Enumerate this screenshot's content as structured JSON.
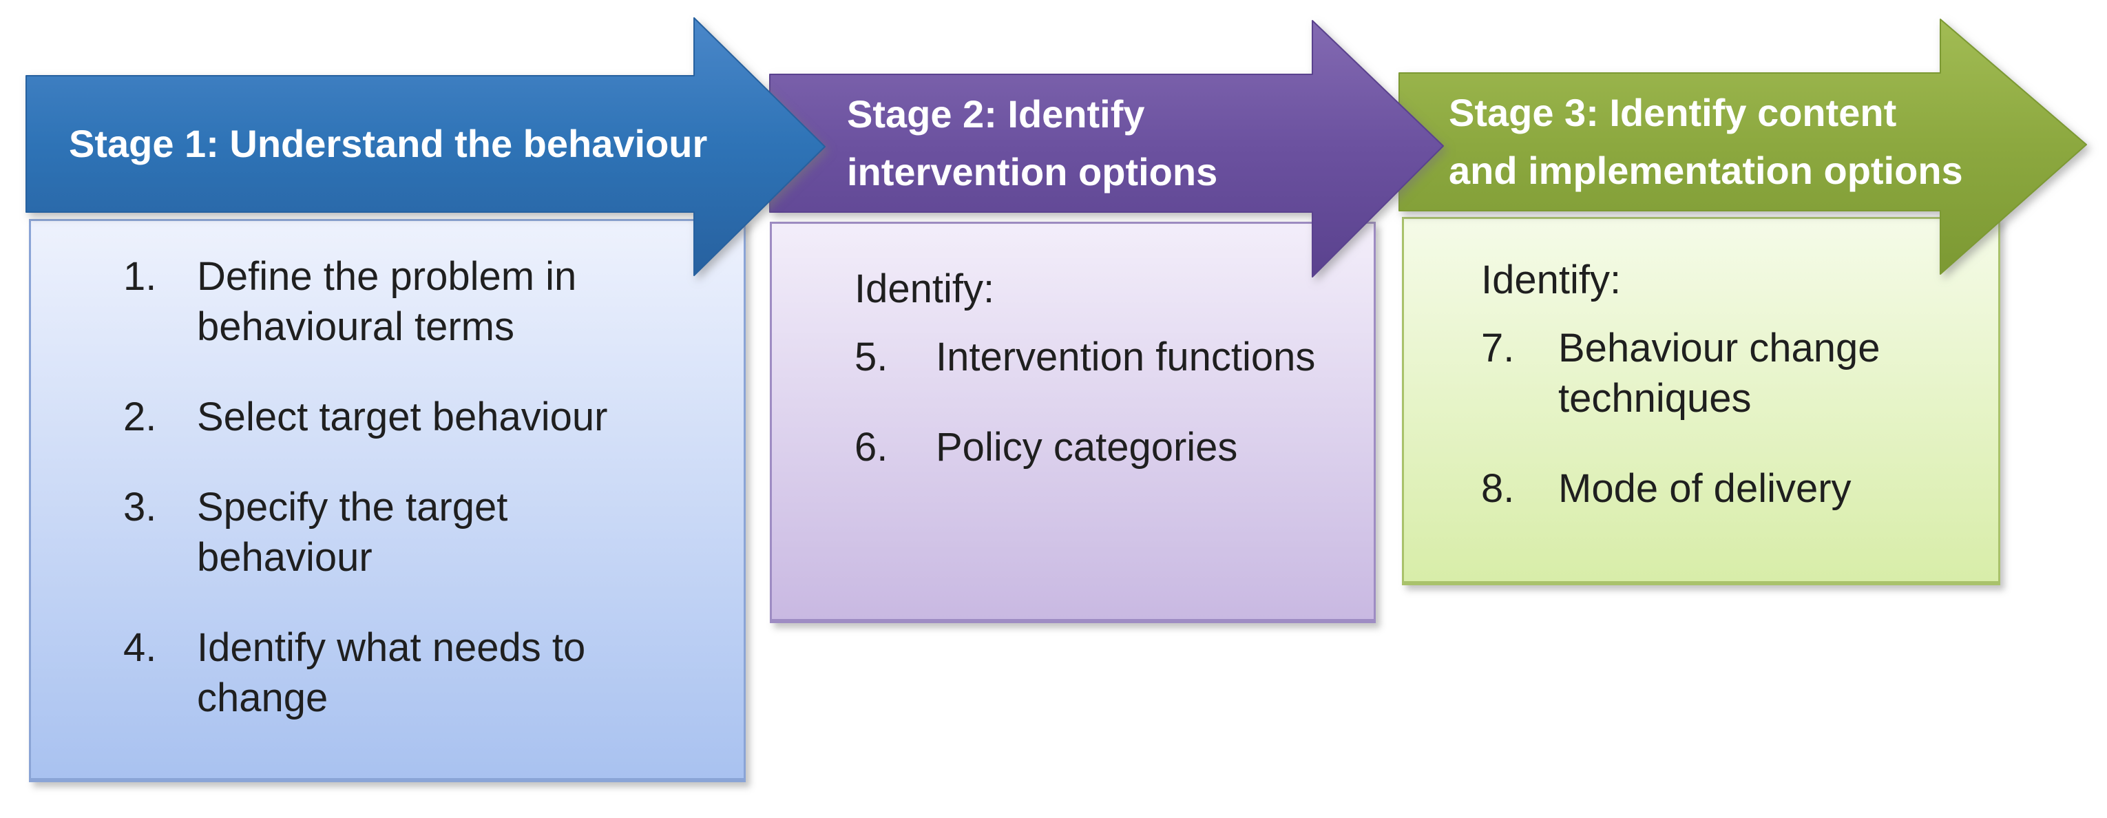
{
  "diagram": {
    "background": "#ffffff",
    "title_color": "#ffffff",
    "text_color": "#1f1f1f",
    "stages": [
      {
        "name": "Stage 1",
        "title": "Stage 1: Understand the behaviour",
        "title_lines": [
          "Stage 1: Understand the behaviour"
        ],
        "intro": "",
        "items": [
          {
            "num": "1.",
            "text": "Define the problem in behavioural terms"
          },
          {
            "num": "2.",
            "text": "Select target behaviour"
          },
          {
            "num": "3.",
            "text": "Specify the target behaviour"
          },
          {
            "num": "4.",
            "text": "Identify what needs to change"
          }
        ],
        "colors": {
          "arrow_top": "#4a87c9",
          "arrow_mid": "#2e73b6",
          "arrow_bottom": "#27619f",
          "box_top": "#eef2fd",
          "box_bottom": "#a9c2f0",
          "box_border": "#8aa4d6"
        }
      },
      {
        "name": "Stage 2",
        "title": "Stage 2: Identify intervention options",
        "title_lines": [
          "Stage 2: Identify",
          "intervention options"
        ],
        "intro": "Identify:",
        "items": [
          {
            "num": "5.",
            "text": "Intervention functions"
          },
          {
            "num": "6.",
            "text": "Policy categories"
          }
        ],
        "colors": {
          "arrow_top": "#836ab2",
          "arrow_mid": "#6b519f",
          "arrow_bottom": "#5a428e",
          "box_top": "#f3eefa",
          "box_bottom": "#c9b9e2",
          "box_border": "#9e8cc3"
        }
      },
      {
        "name": "Stage 3",
        "title": "Stage 3: Identify content and implementation options",
        "title_lines": [
          "Stage 3: Identify content",
          "and implementation options"
        ],
        "intro": "Identify:",
        "items": [
          {
            "num": "7.",
            "text": "Behaviour change techniques"
          },
          {
            "num": "8.",
            "text": "Mode of delivery"
          }
        ],
        "colors": {
          "arrow_top": "#a2bc54",
          "arrow_mid": "#8ca83f",
          "arrow_bottom": "#7c9933",
          "box_top": "#f5fbe8",
          "box_bottom": "#d8eda9",
          "box_border": "#a9c26b"
        }
      }
    ]
  }
}
